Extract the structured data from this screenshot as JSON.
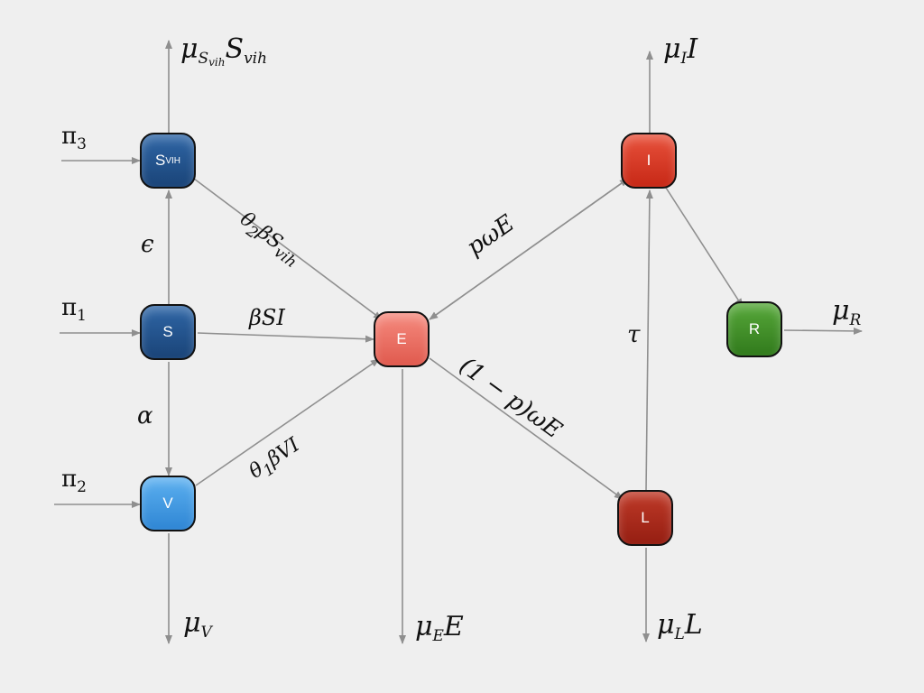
{
  "colors": {
    "background": "#efefef",
    "arrow": "#8f8f8f",
    "S": "#1f4f87",
    "Svih": "#1f4f87",
    "V": "#3f95de",
    "E": "#ea6f63",
    "I": "#d93522",
    "L": "#a82618",
    "R": "#3c8a24"
  },
  "nodes": {
    "svih": {
      "main": "S",
      "sub": "VIH"
    },
    "s": {
      "text": "S"
    },
    "v": {
      "text": "V"
    },
    "e": {
      "text": "E"
    },
    "i": {
      "text": "I"
    },
    "l": {
      "text": "L"
    },
    "r": {
      "text": "R"
    }
  },
  "labels": {
    "pi3": {
      "main": "π",
      "sub": "3"
    },
    "pi1": {
      "main": "π",
      "sub": "1"
    },
    "pi2": {
      "main": "π",
      "sub": "2"
    },
    "epsilon": "ϵ",
    "alpha": "α",
    "tau": "τ",
    "mu_svih": {
      "mu": "μ",
      "s": "S",
      "vih": "vih",
      "tail_s": "S",
      "tail_sub": "vih"
    },
    "mu_v": {
      "mu": "μ",
      "sub": "V"
    },
    "mu_e": {
      "mu": "μ",
      "sub": "E",
      "tail": "E"
    },
    "mu_l": {
      "mu": "μ",
      "sub": "L",
      "tail": "L"
    },
    "mu_i": {
      "mu": "μ",
      "sub": "I",
      "tail": "I"
    },
    "mu_r": {
      "mu": "μ",
      "sub": "R"
    },
    "theta2": {
      "theta": "θ",
      "sub": "2",
      "body": "βS",
      "tail_sub": "vih"
    },
    "beta_si": "βSI",
    "theta1": {
      "theta": "θ",
      "sub": "1",
      "body": "βVI"
    },
    "p_omega_e": "pωE",
    "one_minus_p": "(1 − p)ωE"
  }
}
